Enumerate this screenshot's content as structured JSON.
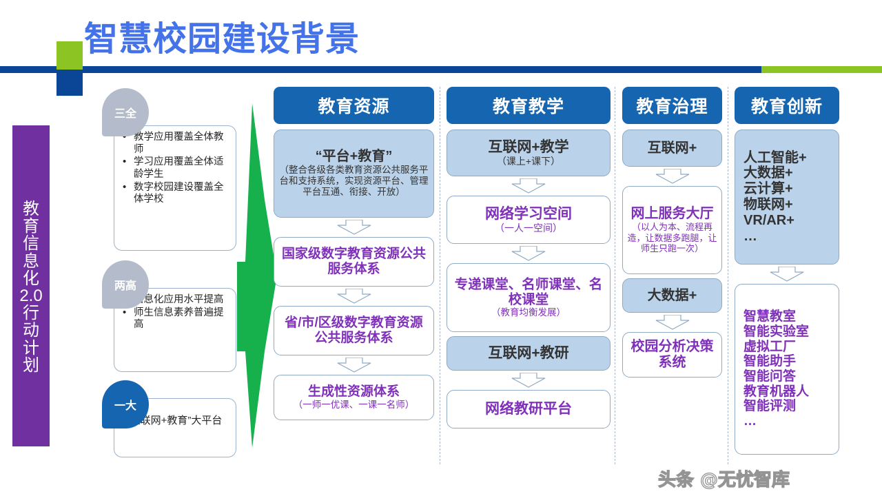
{
  "header": {
    "title": "智慧校园建设背景",
    "accent_blue": "#0A4596",
    "accent_green": "#8CC424",
    "title_color": "#4472E8"
  },
  "sidebar": {
    "banner_text": "教育信息化2.0行动计划",
    "banner_color": "#7030A0",
    "banner_chars": [
      "教",
      "育",
      "信",
      "息",
      "化",
      "2.0",
      "行",
      "动",
      "计",
      "划"
    ]
  },
  "callouts": [
    {
      "label": "三全",
      "label_style": "gray",
      "items": [
        "教学应用覆盖全体教师",
        "学习应用覆盖全体适龄学生",
        "数字校园建设覆盖全体学校"
      ]
    },
    {
      "label": "两高",
      "label_style": "gray",
      "items": [
        "信息化应用水平提高",
        "师生信息素养普遍提高"
      ]
    },
    {
      "label": "一大",
      "label_style": "blue",
      "text": "“互联网+教育”大平台"
    }
  ],
  "columns": [
    {
      "heading": "教育资源",
      "nodes": [
        {
          "fill": "shade",
          "title": "“平台+教育”",
          "title_color": "dark",
          "title_size": 20,
          "sub": "（整合各级各类教育资源公共服务平台和支持系统，实现资源平台、管理平台互通、衔接、开放）",
          "sub_color": "dark",
          "sub_size": 13.5
        },
        {
          "fill": "white",
          "title": "国家级数字教育资源公共服务体系",
          "title_color": "purple",
          "title_size": 19,
          "sub": "",
          "sub_color": "purple",
          "sub_size": 13
        },
        {
          "fill": "white",
          "title": "省/市/区级数字教育资源公共服务体系",
          "title_color": "purple",
          "title_size": 19,
          "sub": "",
          "sub_color": "purple",
          "sub_size": 13
        },
        {
          "fill": "white",
          "title": "生成性资源体系",
          "title_color": "purple",
          "title_size": 19,
          "sub": "（一师一优课、一课一名师）",
          "sub_color": "purple",
          "sub_size": 13.5
        }
      ]
    },
    {
      "heading": "教育教学",
      "nodes": [
        {
          "fill": "shade",
          "title": "互联网+教学",
          "title_color": "dark",
          "title_size": 21,
          "sub": "（课上+课下）",
          "sub_color": "dark",
          "sub_size": 14
        },
        {
          "fill": "white",
          "title": "网络学习空间",
          "title_color": "purple",
          "title_size": 21,
          "sub": "（一人一空间）",
          "sub_color": "purple",
          "sub_size": 14
        },
        {
          "fill": "white",
          "title": "专递课堂、名师课堂、名校课堂",
          "title_color": "purple",
          "title_size": 19.5,
          "sub": "（教育均衡发展）",
          "sub_color": "purple",
          "sub_size": 13.5
        },
        {
          "fill": "shade",
          "title": "互联网+教研",
          "title_color": "dark",
          "title_size": 21,
          "sub": "",
          "sub_color": "dark",
          "sub_size": 14
        },
        {
          "fill": "white",
          "title": "网络教研平台",
          "title_color": "purple",
          "title_size": 21,
          "sub": "",
          "sub_color": "purple",
          "sub_size": 14
        }
      ]
    },
    {
      "heading": "教育治理",
      "nodes": [
        {
          "fill": "shade",
          "title": "互联网+",
          "title_color": "dark",
          "title_size": 20,
          "sub": "",
          "sub_color": "dark",
          "sub_size": 13
        },
        {
          "fill": "white",
          "title": "网上服务大厅",
          "title_color": "purple",
          "title_size": 20,
          "sub": "（以人为本、流程再造，让数据多跑腿，让师生只跑一次）",
          "sub_color": "purple",
          "sub_size": 13
        },
        {
          "fill": "shade",
          "title": "大数据+",
          "title_color": "dark",
          "title_size": 20,
          "sub": "",
          "sub_color": "dark",
          "sub_size": 13
        },
        {
          "fill": "white",
          "title": "校园分析决策系统",
          "title_color": "purple",
          "title_size": 20,
          "sub": "",
          "sub_color": "purple",
          "sub_size": 13
        }
      ]
    },
    {
      "heading": "教育创新",
      "nodes": [
        {
          "fill": "shade",
          "title": "人工智能+\n大数据+\n云计算+\n物联网+\nVR/AR+\n…",
          "title_color": "dark",
          "title_size": 20,
          "sub": "",
          "sub_color": "dark",
          "sub_size": 13,
          "align": "left"
        },
        {
          "fill": "white",
          "title": "智慧教室\n智能实验室\n虚拟工厂\n智能助手\n智能问答\n教育机器人\n智能评测\n…",
          "title_color": "purple",
          "title_size": 19,
          "sub": "",
          "sub_color": "purple",
          "sub_size": 13,
          "align": "left"
        }
      ]
    }
  ],
  "watermark": "头条 @无忧智库"
}
